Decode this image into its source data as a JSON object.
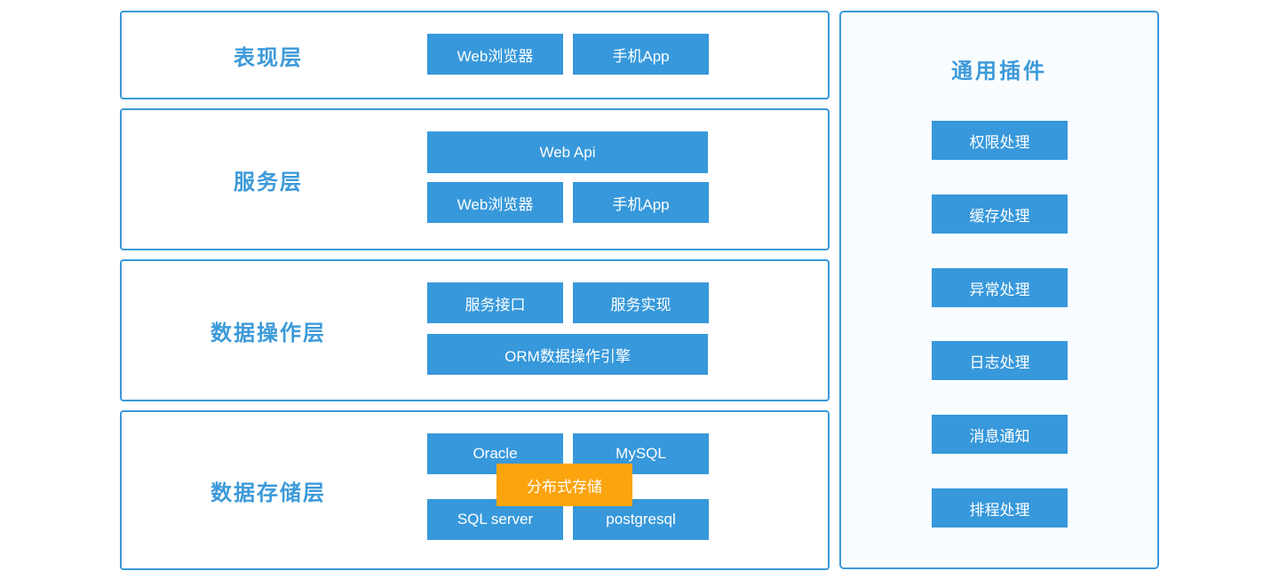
{
  "layers": [
    {
      "label": "表现层",
      "buttons": [
        "Web浏览器",
        "手机App"
      ]
    },
    {
      "label": "服务层",
      "buttons": [
        "Web Api",
        "Web浏览器",
        "手机App"
      ]
    },
    {
      "label": "数据操作层",
      "buttons": [
        "服务接口",
        "服务实现",
        "ORM数据操作引擎"
      ]
    },
    {
      "label": "数据存储层",
      "buttons": [
        "Oracle",
        "MySQL",
        "SQL server",
        "postgresql"
      ],
      "overlay": "分布式存储"
    }
  ],
  "plugins_panel": {
    "title": "通用插件",
    "items": [
      "权限处理",
      "缓存处理",
      "异常处理",
      "日志处理",
      "消息通知",
      "排程处理"
    ]
  },
  "colors": {
    "node_blue": "#3798db",
    "node_orange": "#fba40e",
    "outline_blue": "#3a98d9",
    "label_blue": "#3d9ad9",
    "panel_background": "#fafdff",
    "node_text": "#ffffff"
  }
}
